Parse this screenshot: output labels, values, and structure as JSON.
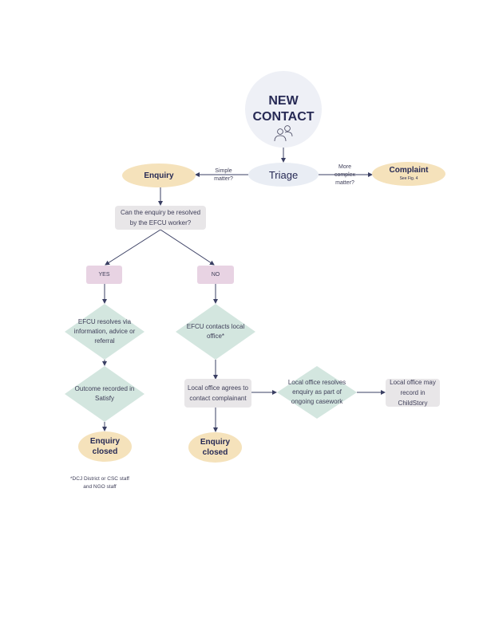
{
  "new_contact": "NEW CONTACT",
  "triage": "Triage",
  "enquiry": "Enquiry",
  "complaint": "Complaint",
  "see_fig": "See Fig. 4",
  "simple_label": "Simple matter?",
  "complex_label": "More complex matter?",
  "question": "Can the enquiry be resolved by the EFCU worker?",
  "yes": "YES",
  "no": "NO",
  "efcu_resolves": "EFCU resolves via information, advice or referral",
  "efcu_contacts": "EFCU contacts local office*",
  "outcome": "Outcome recorded in Satisfy",
  "local_agrees": "Local office agrees to contact complainant",
  "local_resolves": "Local office resolves enquiry as part of ongoing casework",
  "local_may": "Local office may record in ChildStory",
  "closed_left": "Enquiry closed",
  "closed_right": "Enquiry closed",
  "footnote": "*DCJ District or CSC staff and NGO staff",
  "colors": {
    "navy": "#272a55",
    "circle": "#eef0f6",
    "triage": "#e9edf4",
    "ellipse": "#f5e2bb",
    "diamond": "#d3e6df",
    "rect": "#e8e6e8",
    "pink": "#e8d3e3"
  },
  "icons": [
    "people-icon"
  ]
}
